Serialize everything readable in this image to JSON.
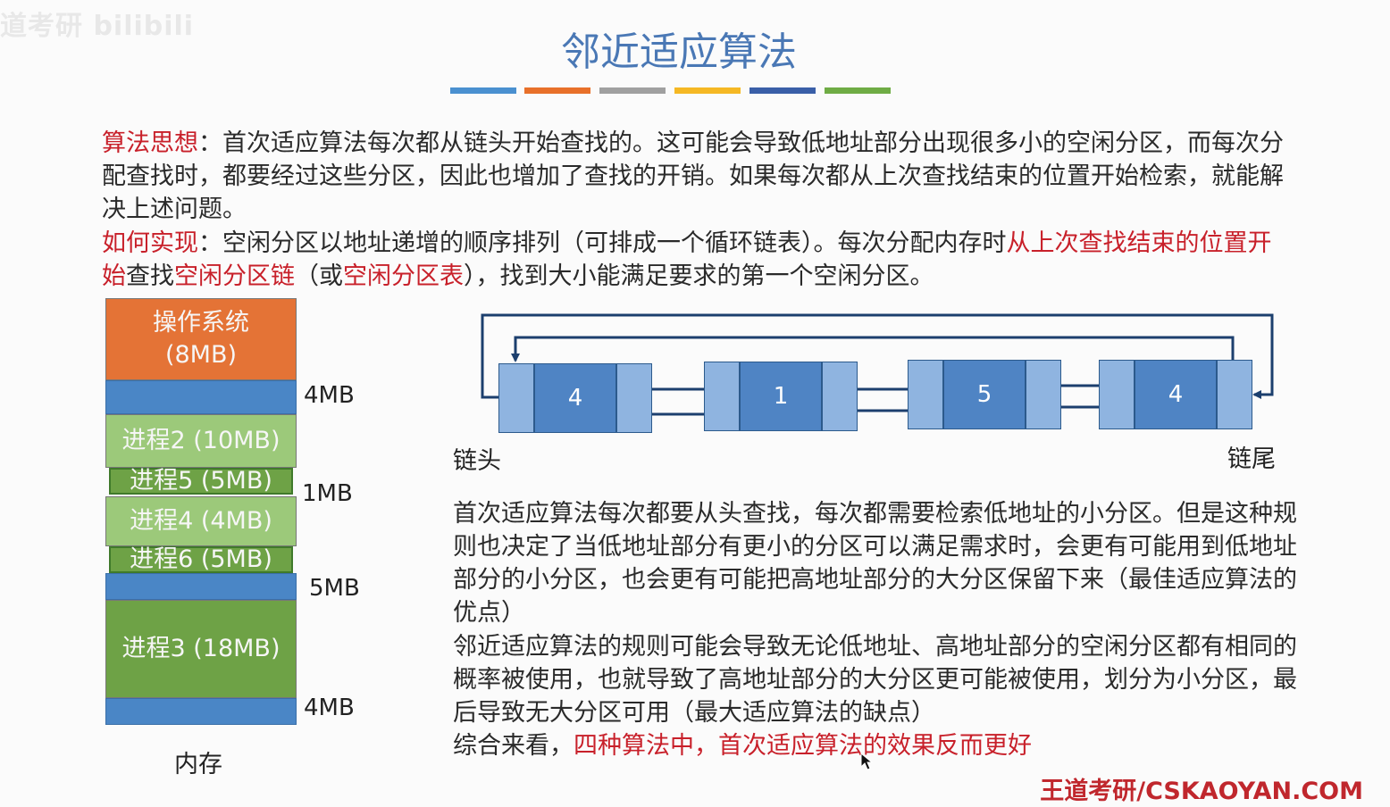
{
  "watermark": "道考研 bilibili",
  "title": "邻近适应算法",
  "title_bar_colors": [
    "#4a90d0",
    "#e8702a",
    "#a0a0a0",
    "#f5b824",
    "#3a5fa8",
    "#6fac45"
  ],
  "idea": {
    "label": "算法思想",
    "text": "：首次适应算法每次都从链头开始查找的。这可能会导致低地址部分出现很多小的空闲分区，而每次分配查找时，都要经过这些分区，因此也增加了查找的开销。如果每次都从上次查找结束的位置开始检索，就能解决上述问题。"
  },
  "impl": {
    "label": "如何实现",
    "text1": "：空闲分区以地址递增的顺序排列（可排成一个循环链表）。每次分配内存时",
    "red1": "从上次查找结束的位置开始",
    "text2": "查找",
    "red2": "空闲分区链",
    "text3": "（或",
    "red3": "空闲分区表",
    "text4": "），找到大小能满足要求的第一个空闲分区。"
  },
  "memory": {
    "os": "操作系统",
    "os_size": "(8MB)",
    "p2": "进程2 (10MB)",
    "p5": "进程5 (5MB)",
    "p4": "进程4 (4MB)",
    "p6": "进程6 (5MB)",
    "p3": "进程3 (18MB)",
    "label": "内存",
    "sizes": [
      "4MB",
      "1MB",
      "5MB",
      "4MB"
    ]
  },
  "list": {
    "nodes": [
      "4",
      "1",
      "5",
      "4"
    ],
    "head": "链头",
    "tail": "链尾"
  },
  "explain": {
    "p1": "首次适应算法每次都要从头查找，每次都需要检索低地址的小分区。但是这种规则也决定了当低地址部分有更小的分区可以满足需求时，会更有可能用到低地址部分的小分区，也会更有可能把高地址部分的大分区保留下来（最佳适应算法的优点）",
    "p2": "邻近适应算法的规则可能会导致无论低地址、高地址部分的空闲分区都有相同的概率被使用，也就导致了高地址部分的大分区更可能被使用，划分为小分区，最后导致无大分区可用（最大适应算法的缺点）",
    "p3_prefix": "综合来看，",
    "p3_red": "四种算法中，首次适应算法的效果反而更好"
  },
  "footer": "王道考研/CSKAOYAN.COM"
}
